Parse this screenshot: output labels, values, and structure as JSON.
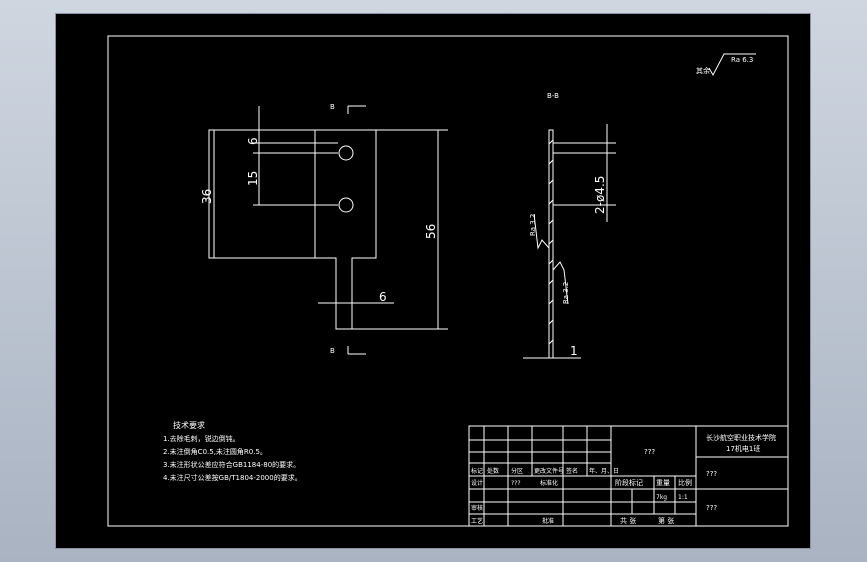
{
  "section_marks": {
    "b_top": "B",
    "b_bottom": "B",
    "view_title": "B-B"
  },
  "roughness_corner": {
    "label": "其余",
    "value": "Ra 6.3"
  },
  "dimensions": {
    "d6_top": "6",
    "d15": "15",
    "d36": "36",
    "d56": "56",
    "d6_bottom": "6",
    "holes": "2-ø4.5",
    "thickness": "1",
    "ra_upper": "Ra 3.2",
    "ra_lower": "Ra 3.2"
  },
  "tech_req": {
    "title": "技术要求",
    "items": [
      "1.去除毛刺，锐边倒钝。",
      "2.未注倒角C0.5,未注圆角R0.5。",
      "3.未注形状公差应符合GB1184-80的要求。",
      "4.未注尺寸公差按GB/T1804-2000的要求。"
    ]
  },
  "title_block": {
    "part_name": "???",
    "school": "长沙航空职业技术学院",
    "school_sub": "17机电1班",
    "drawing_no_1": "???",
    "drawing_no_2": "???",
    "h_mark": "标记",
    "h_count": "处数",
    "h_zone": "分区",
    "h_doc": "更改文件号",
    "h_sign": "签名",
    "h_date": "年、月、日",
    "designer": "设计",
    "designer_val": "???",
    "standard": "标准化",
    "stage_mark": "阶段标记",
    "weight": "重量",
    "scale": "比例",
    "weight_val": "7kg",
    "scale_val": "1:1",
    "review": "审核",
    "process": "工艺",
    "approve": "批准",
    "sheets": "共    张",
    "sheet_no": "第    张"
  }
}
